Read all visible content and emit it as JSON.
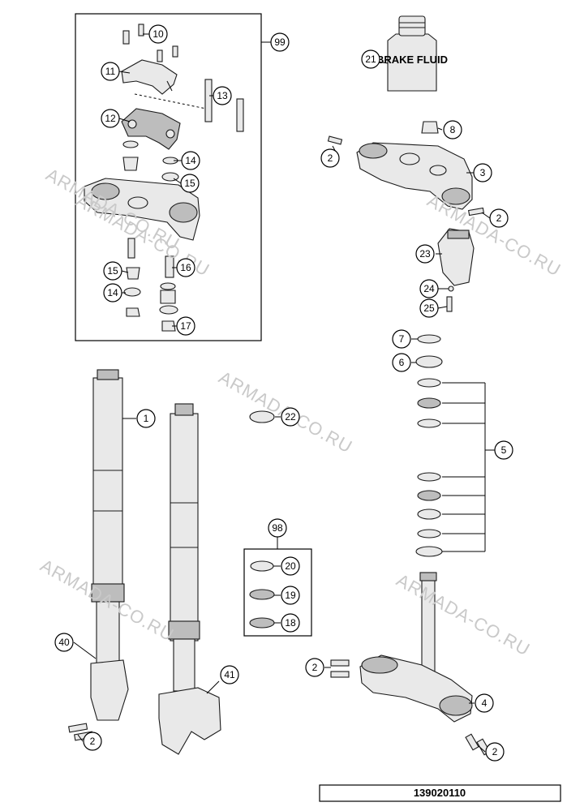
{
  "diagram": {
    "reference_number": "139020110",
    "watermarks": [
      "ARMADA-CO.RU",
      "ARMADA-CO.RU",
      "ARMADA-CO.RU",
      "ARMADA-CO.RU",
      "ARMADA-CO.RU",
      "ARMADA-CO.RU"
    ],
    "bottle_label": "BRAKE FLUID",
    "callouts": {
      "c1": "1",
      "c2a": "2",
      "c2b": "2",
      "c2c": "2",
      "c2d": "2",
      "c2e": "2",
      "c3": "3",
      "c4": "4",
      "c5": "5",
      "c6": "6",
      "c7": "7",
      "c8": "8",
      "c10": "10",
      "c11": "11",
      "c12": "12",
      "c13": "13",
      "c14a": "14",
      "c14b": "14",
      "c15a": "15",
      "c15b": "15",
      "c16": "16",
      "c17": "17",
      "c18": "18",
      "c19": "19",
      "c20": "20",
      "c21": "21",
      "c22": "22",
      "c23": "23",
      "c24": "24",
      "c25": "25",
      "c40": "40",
      "c41": "41",
      "c98": "98",
      "c99": "99"
    }
  }
}
